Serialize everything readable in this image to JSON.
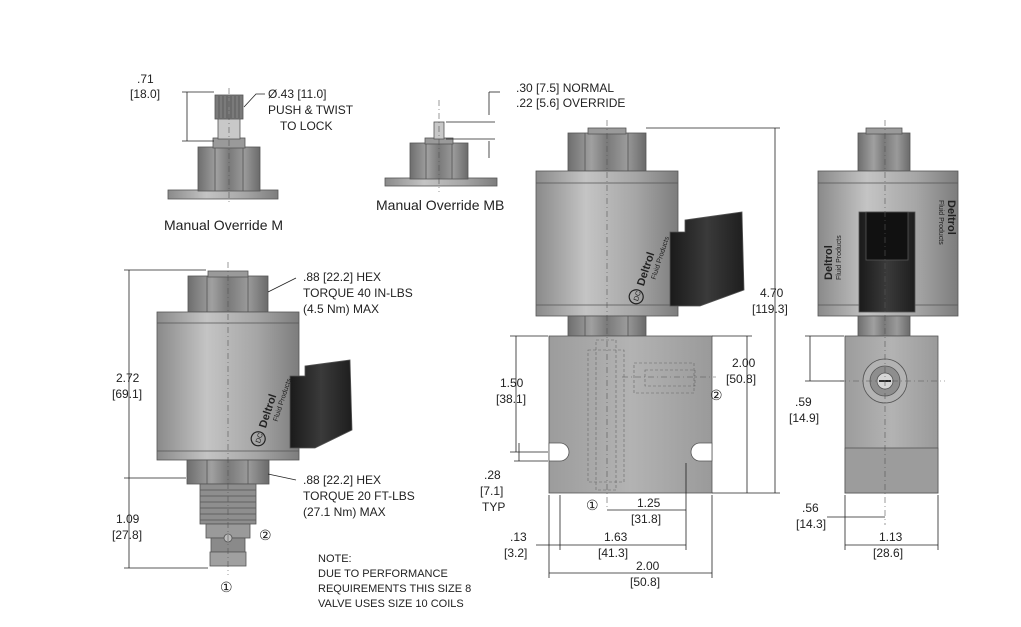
{
  "override_m": {
    "height_in": ".71",
    "height_mm": "[18.0]",
    "dia_label": "Ø.43 [11.0]",
    "instr_1": "PUSH & TWIST",
    "instr_2": "TO LOCK",
    "caption": "Manual Override M"
  },
  "override_mb": {
    "normal": ".30 [7.5] NORMAL",
    "override": ".22 [5.6] OVERRIDE",
    "caption": "Manual Override MB"
  },
  "side_view": {
    "hex_top_1": ".88 [22.2] HEX",
    "hex_top_2": "TORQUE 40 IN-LBS",
    "hex_top_3": "(4.5 Nm) MAX",
    "hex_bot_1": ".88 [22.2] HEX",
    "hex_bot_2": "TORQUE 20 FT-LBS",
    "hex_bot_3": "(27.1 Nm) MAX",
    "h_in": "2.72",
    "h_mm": "[69.1]",
    "h2_in": "1.09",
    "h2_mm": "[27.8]",
    "port1": "①",
    "port2": "②"
  },
  "note": {
    "l1": "NOTE:",
    "l2": "DUE TO PERFORMANCE",
    "l3": "REQUIREMENTS THIS SIZE 8",
    "l4": "VALVE USES SIZE 10 COILS"
  },
  "front_view": {
    "total_in": "4.70",
    "total_mm": "[119.3]",
    "body_in": "2.00",
    "body_mm": "[50.8]",
    "port_in": "1.50",
    "port_mm": "[38.1]",
    "slot_in": ".28",
    "slot_mm": "[7.1]",
    "typ": "TYP",
    "w1_in": "1.25",
    "w1_mm": "[31.8]",
    "edge_in": ".13",
    "edge_mm": "[3.2]",
    "w2_in": "1.63",
    "w2_mm": "[41.3]",
    "w3_in": "2.00",
    "w3_mm": "[50.8]",
    "port1": "①",
    "port2": "②"
  },
  "end_view": {
    "v_in": ".59",
    "v_mm": "[14.9]",
    "a_in": ".56",
    "a_mm": "[14.3]",
    "b_in": "1.13",
    "b_mm": "[28.6]"
  },
  "brand": {
    "name": "Deltrol",
    "sub": "Fluid Products",
    "logo": "DC"
  },
  "colors": {
    "body": "#a9a9a9",
    "coil": "#b0b0b0",
    "hex": "#8d8d8d",
    "connector": "#2a2a2a",
    "line": "#222222"
  }
}
